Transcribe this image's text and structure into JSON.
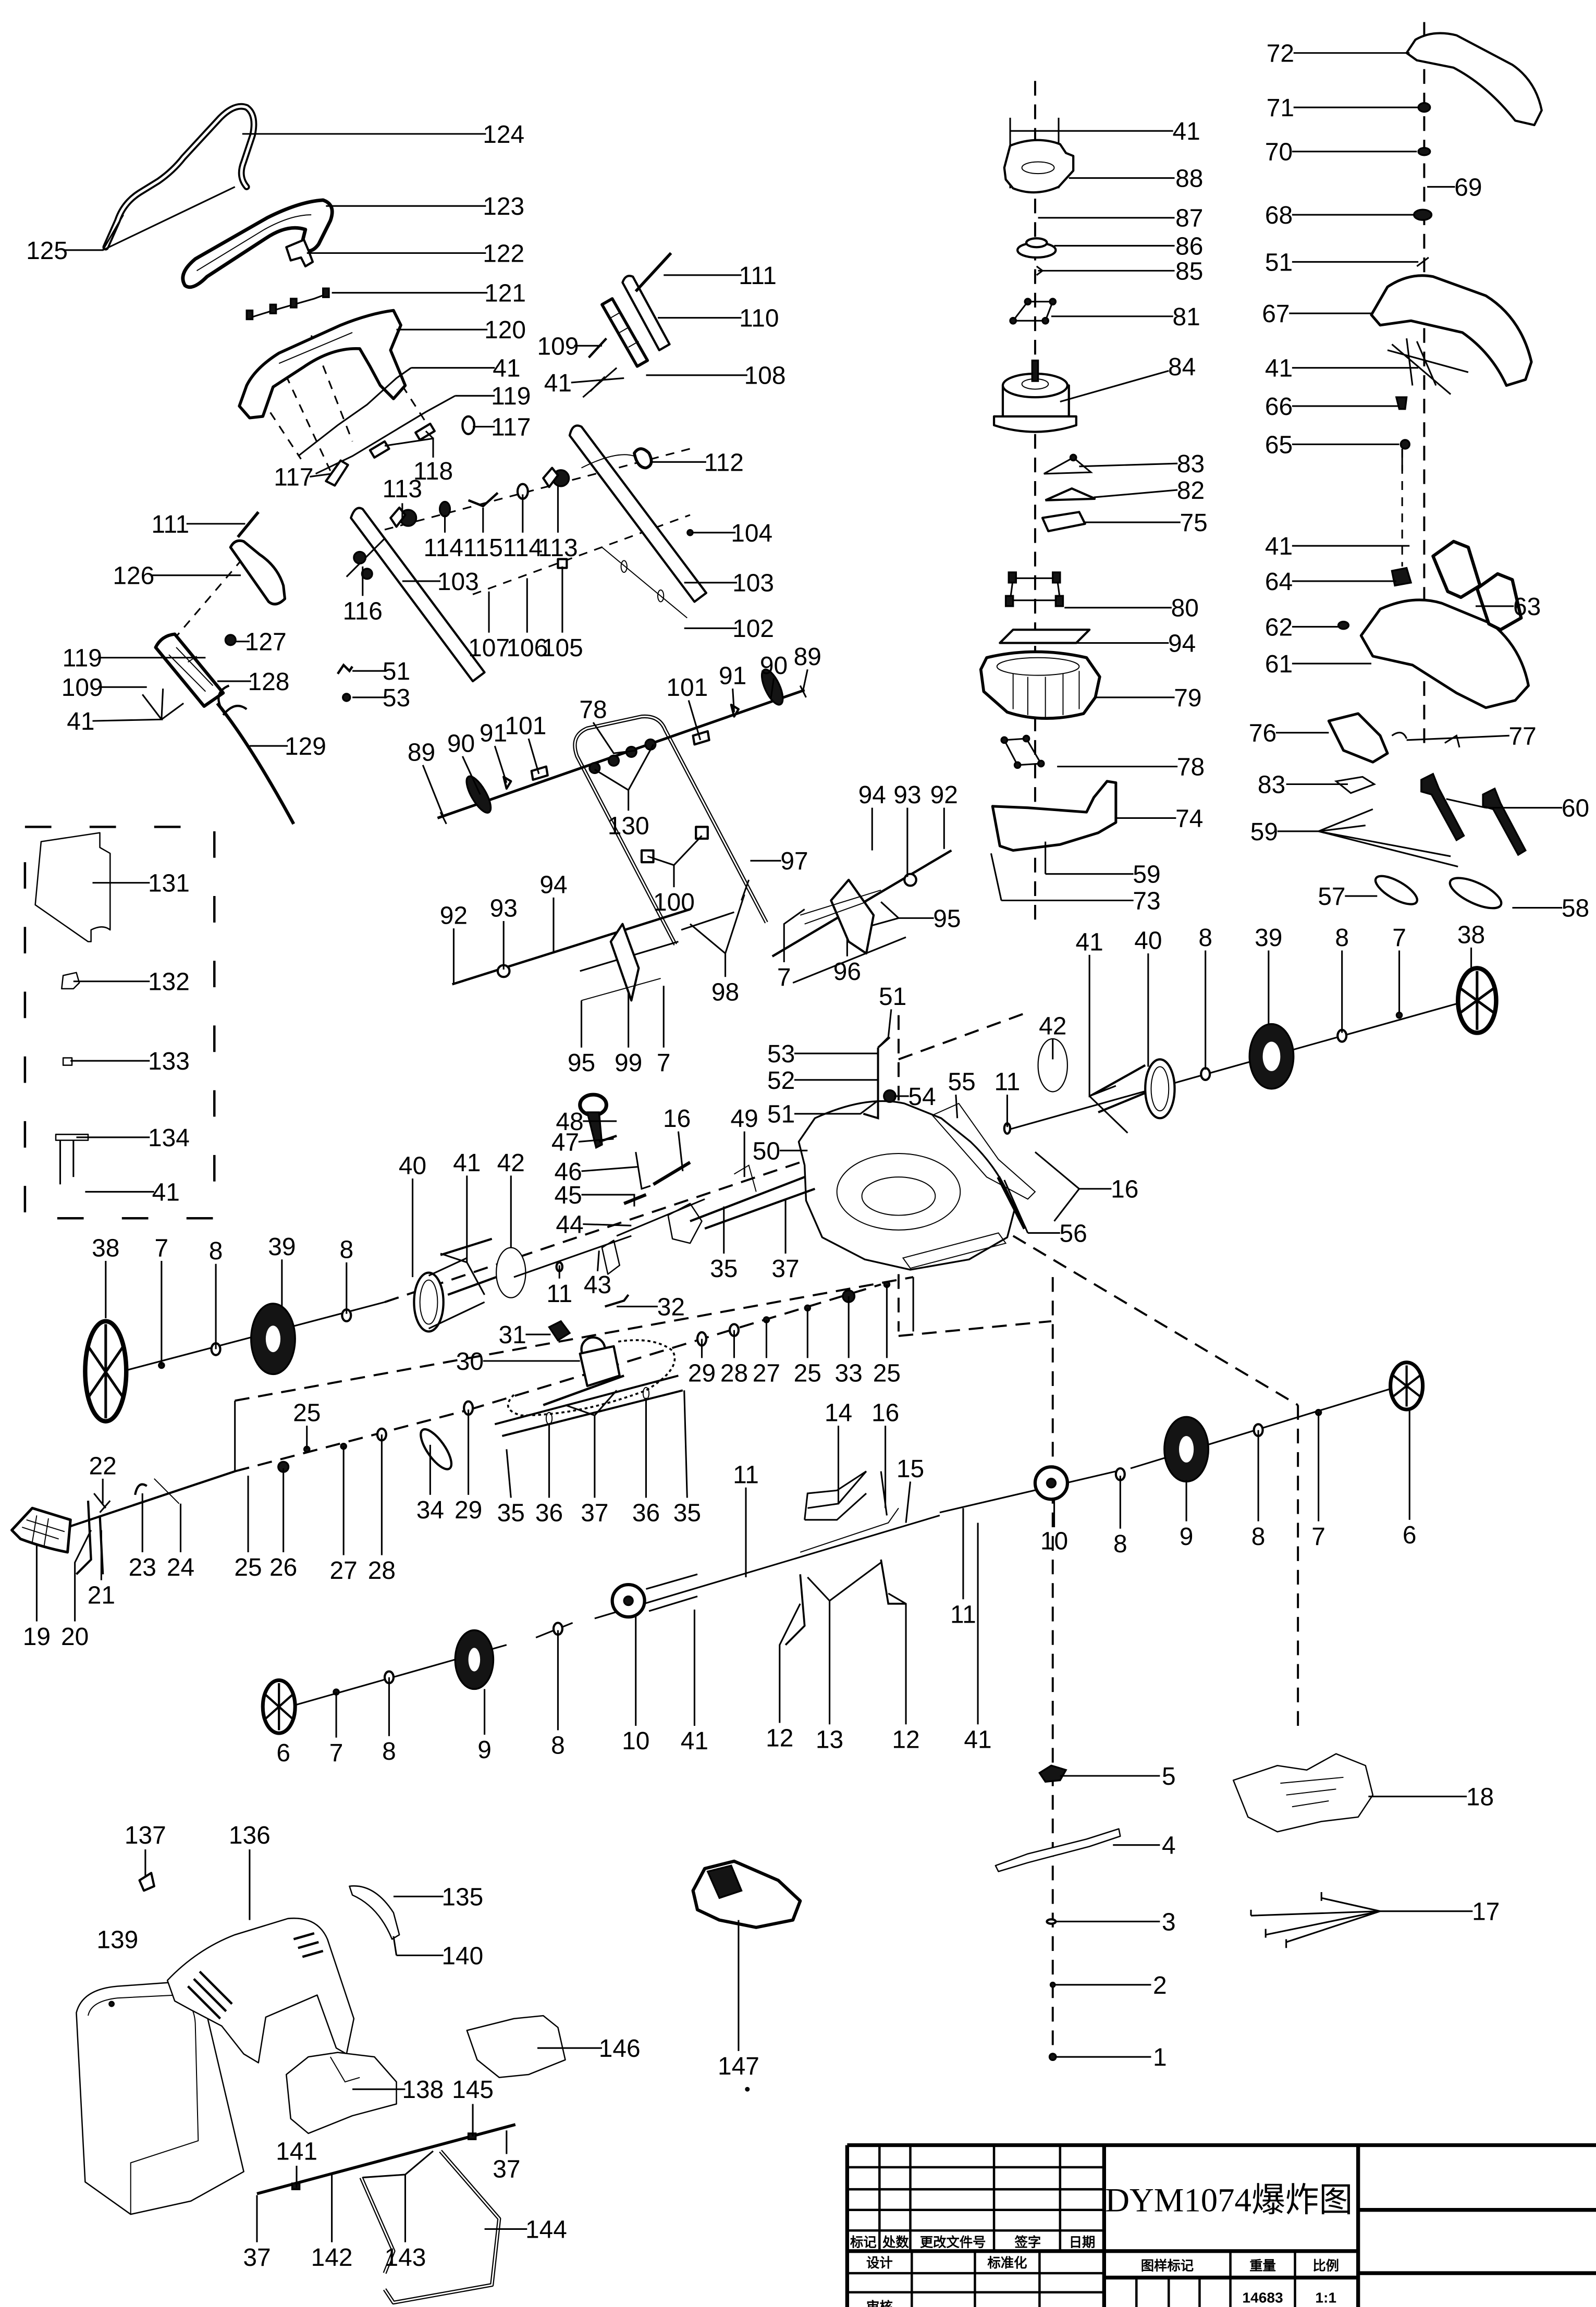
{
  "callouts": {
    "upper_handle": [
      "124",
      "125",
      "123",
      "122",
      "121",
      "120",
      "41",
      "119",
      "117",
      "118",
      "117"
    ],
    "handle_mount": [
      "113",
      "114",
      "115",
      "114",
      "113",
      "116",
      "103",
      "107",
      "106",
      "105",
      "111",
      "110",
      "109",
      "41",
      "108",
      "112",
      "104",
      "103",
      "102"
    ],
    "switch_box": [
      "111",
      "126",
      "127",
      "119",
      "109",
      "128",
      "41",
      "129",
      "51",
      "53"
    ],
    "lower_handle": [
      "101",
      "91",
      "90",
      "89",
      "89",
      "90",
      "91",
      "101",
      "78",
      "130",
      "100",
      "97",
      "94",
      "93",
      "92",
      "95",
      "96",
      "7",
      "98",
      "92",
      "93",
      "94",
      "95",
      "99",
      "7"
    ],
    "inset_box": [
      "131",
      "132",
      "133",
      "134",
      "41"
    ],
    "motor_stack": [
      "41",
      "88",
      "87",
      "86",
      "85",
      "81",
      "84",
      "83",
      "82",
      "75",
      "80",
      "94",
      "79",
      "78",
      "74",
      "59",
      "73"
    ],
    "top_cover": [
      "72",
      "71",
      "70",
      "69",
      "68",
      "51",
      "67",
      "41",
      "66",
      "65",
      "41",
      "64",
      "62",
      "61",
      "63",
      "76",
      "77",
      "83",
      "59",
      "60",
      "57",
      "58"
    ],
    "front_right_wheel": [
      "41",
      "40",
      "8",
      "39",
      "8",
      "7",
      "38",
      "42",
      "11"
    ],
    "deck": [
      "51",
      "53",
      "52",
      "51",
      "54",
      "55",
      "49",
      "50",
      "48",
      "47",
      "16",
      "46",
      "45",
      "44",
      "43",
      "16",
      "56",
      "35",
      "37"
    ],
    "front_left_wheel": [
      "38",
      "7",
      "8",
      "39",
      "8",
      "40",
      "41",
      "42",
      "11"
    ],
    "drive": [
      "32",
      "31",
      "30",
      "29",
      "28",
      "27",
      "25",
      "33",
      "25",
      "25",
      "34",
      "29",
      "35",
      "36",
      "37",
      "36",
      "35"
    ],
    "front_axle": [
      "22",
      "23",
      "24",
      "25",
      "26",
      "27",
      "28",
      "21",
      "19",
      "20"
    ],
    "rear_axle": [
      "14",
      "16",
      "11",
      "15",
      "10",
      "8",
      "9",
      "8",
      "7",
      "6",
      "11",
      "6",
      "7",
      "8",
      "9",
      "8",
      "10",
      "41",
      "12",
      "13",
      "12",
      "41"
    ],
    "blade_stack": [
      "5",
      "4",
      "3",
      "2",
      "1",
      "18",
      "17"
    ],
    "grass_bag": [
      "137",
      "136",
      "135",
      "140",
      "139",
      "146",
      "138",
      "145",
      "147",
      "141",
      "37",
      "144",
      "37",
      "142",
      "143"
    ]
  },
  "title_block": {
    "title": "DYM1074爆炸图",
    "revision_headers": [
      "标记",
      "处数",
      "更改文件号",
      "签字",
      "日期"
    ],
    "design_label": "设计",
    "standardization_label": "标准化",
    "review_label": "审核",
    "drawing_mark_label": "图样标记",
    "weight_label": "重量",
    "scale_label": "比例",
    "weight_value": "14683",
    "scale_value": "1:1"
  }
}
